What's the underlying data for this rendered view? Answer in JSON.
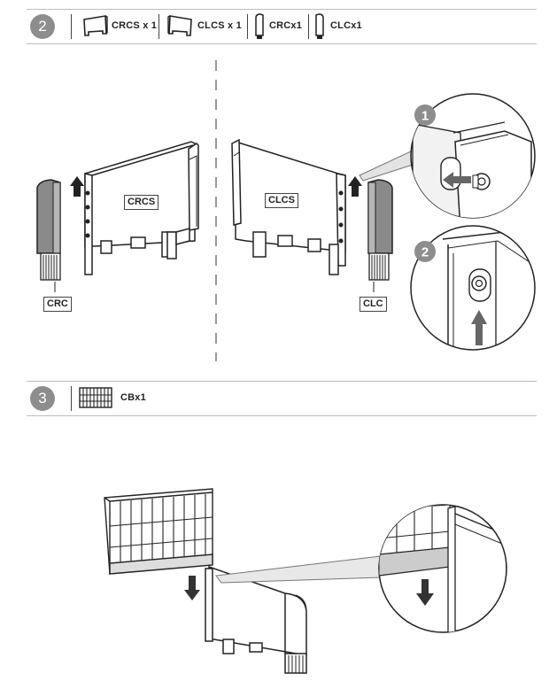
{
  "steps": [
    {
      "number": "2",
      "parts": [
        {
          "icon": "right-corner-side-icon",
          "label": "CRCS x 1"
        },
        {
          "icon": "left-corner-side-icon",
          "label": "CLCS x 1"
        },
        {
          "icon": "right-cap-icon",
          "label": "CRCx1"
        },
        {
          "icon": "left-cap-icon",
          "label": "CLCx1"
        }
      ],
      "callouts": {
        "crcs": "CRCS",
        "clcs": "CLCS",
        "crc": "CRC",
        "clc": "CLC"
      },
      "detail_numbers": [
        "1",
        "2"
      ]
    },
    {
      "number": "3",
      "parts": [
        {
          "icon": "cable-basket-icon",
          "label": "CBx1"
        }
      ]
    }
  ],
  "colors": {
    "step_badge": "#8d8d8d",
    "divider": "#bdbdbd",
    "cap_fill": "#8a8a8a"
  }
}
